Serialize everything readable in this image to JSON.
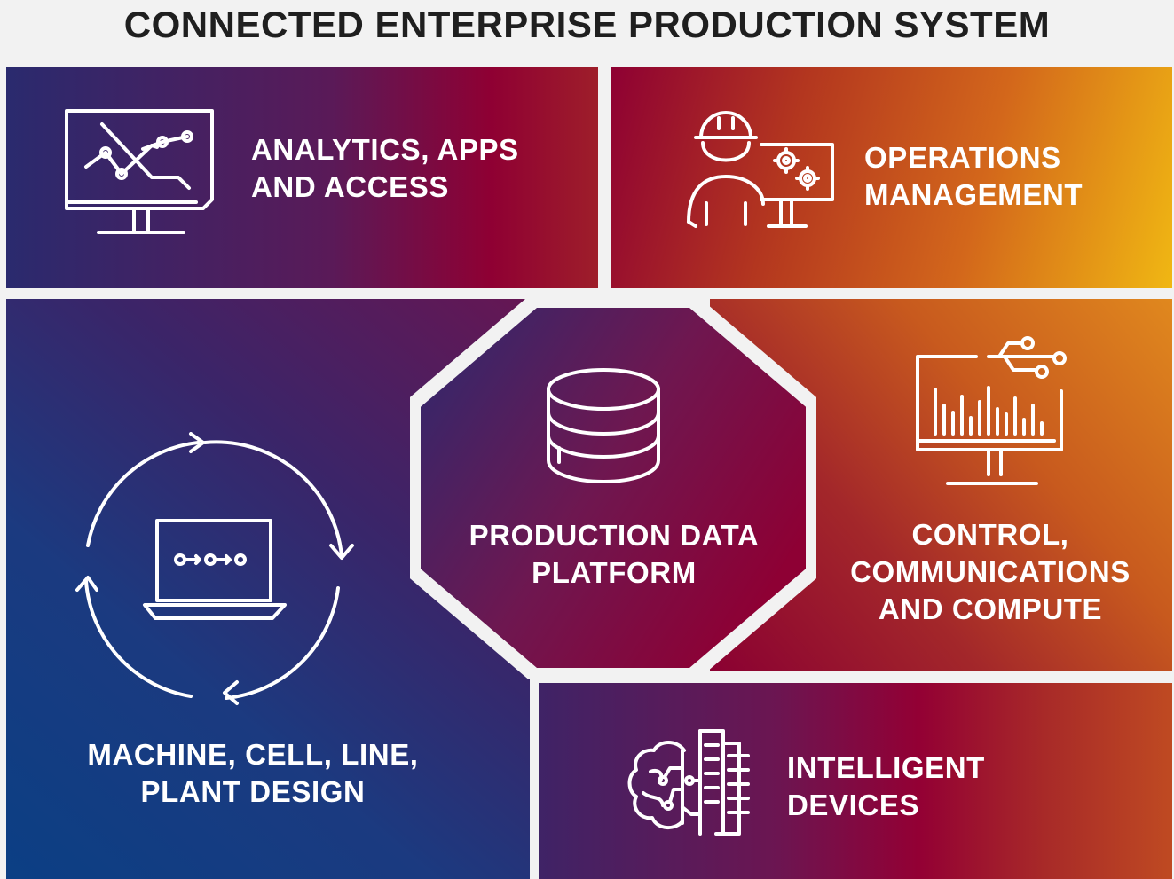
{
  "title": "CONNECTED ENTERPRISE PRODUCTION SYSTEM",
  "colors": {
    "deep_blue": "#0b3f84",
    "crimson": "#8f0033",
    "orange": "#d3671b",
    "gold": "#f0b713",
    "divider": "#f2f2f2"
  },
  "tiles": {
    "analytics": {
      "line1": "ANALYTICS, APPS",
      "line2": "AND ACCESS",
      "icon": "monitor-chart-icon"
    },
    "operations": {
      "line1": "OPERATIONS",
      "line2": "MANAGEMENT",
      "icon": "worker-with-gears-monitor-icon"
    },
    "platform": {
      "line1": "PRODUCTION DATA",
      "line2": "PLATFORM",
      "icon": "database-icon"
    },
    "control": {
      "line1": "CONTROL,",
      "line2": "COMMUNICATIONS",
      "line3": "AND COMPUTE",
      "icon": "monitor-bar-chart-network-icon"
    },
    "machine": {
      "line1": "MACHINE, CELL, LINE,",
      "line2": "PLANT DESIGN",
      "icon": "laptop-cycle-icon"
    },
    "devices": {
      "line1": "INTELLIGENT",
      "line2": "DEVICES",
      "icon": "brain-circuit-icon"
    }
  }
}
